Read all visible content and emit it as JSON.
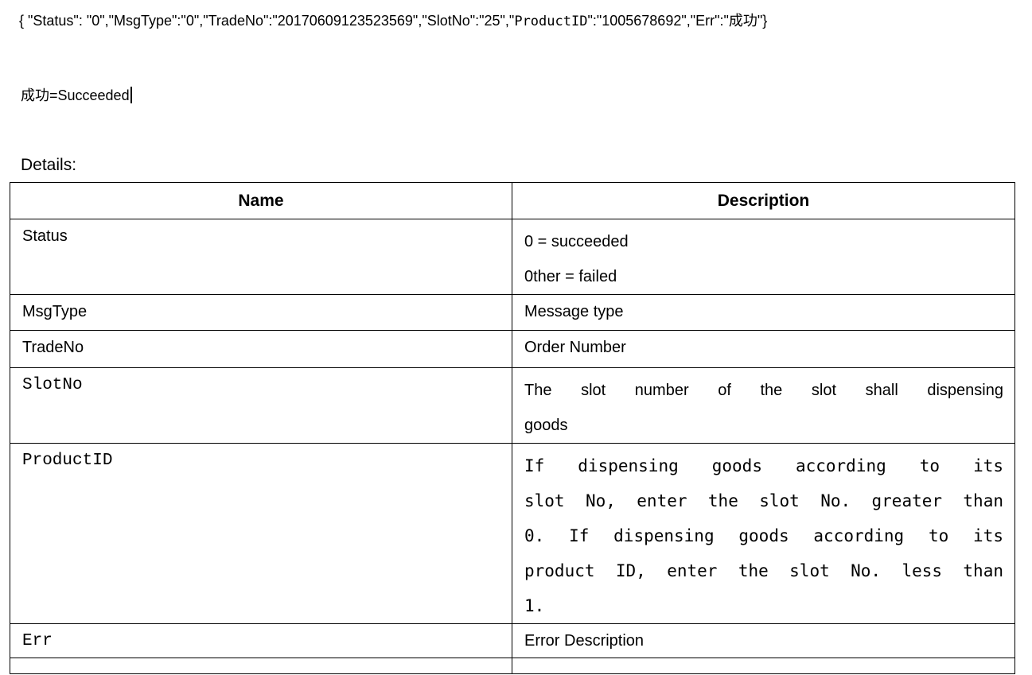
{
  "colors": {
    "text": "#000000",
    "background": "#ffffff",
    "table_border": "#000000"
  },
  "document": {
    "json_line": {
      "pre": "{ \"Status\": \"0\",\"MsgType\":\"0\",\"TradeNo\":\"20170609123523569\",\"SlotNo\":\"25\",\"",
      "mono_key": "ProductID",
      "post": "\":\"1005678692\",\"Err\":\"成功\"}"
    },
    "translation_note": "成功=Succeeded",
    "details_label": "Details:"
  },
  "table": {
    "headers": {
      "name": "Name",
      "description": "Description"
    },
    "rows": [
      {
        "name": "Status",
        "desc_lines": [
          "0 = succeeded",
          "0ther = failed"
        ]
      },
      {
        "name": "MsgType",
        "desc_lines": [
          "Message type"
        ]
      },
      {
        "name": "TradeNo",
        "desc_lines": [
          "Order Number"
        ]
      },
      {
        "name": "SlotNo",
        "desc_lines": [
          "The slot number of the slot shall dispensing",
          "goods"
        ]
      },
      {
        "name": "ProductID",
        "desc_lines": [
          "If dispensing goods according to its",
          "slot No, enter the slot No. greater than",
          "0. If dispensing goods according to its",
          "product ID, enter the slot No. less than",
          "1."
        ]
      },
      {
        "name": "Err",
        "desc_lines": [
          "Error Description"
        ]
      }
    ]
  }
}
